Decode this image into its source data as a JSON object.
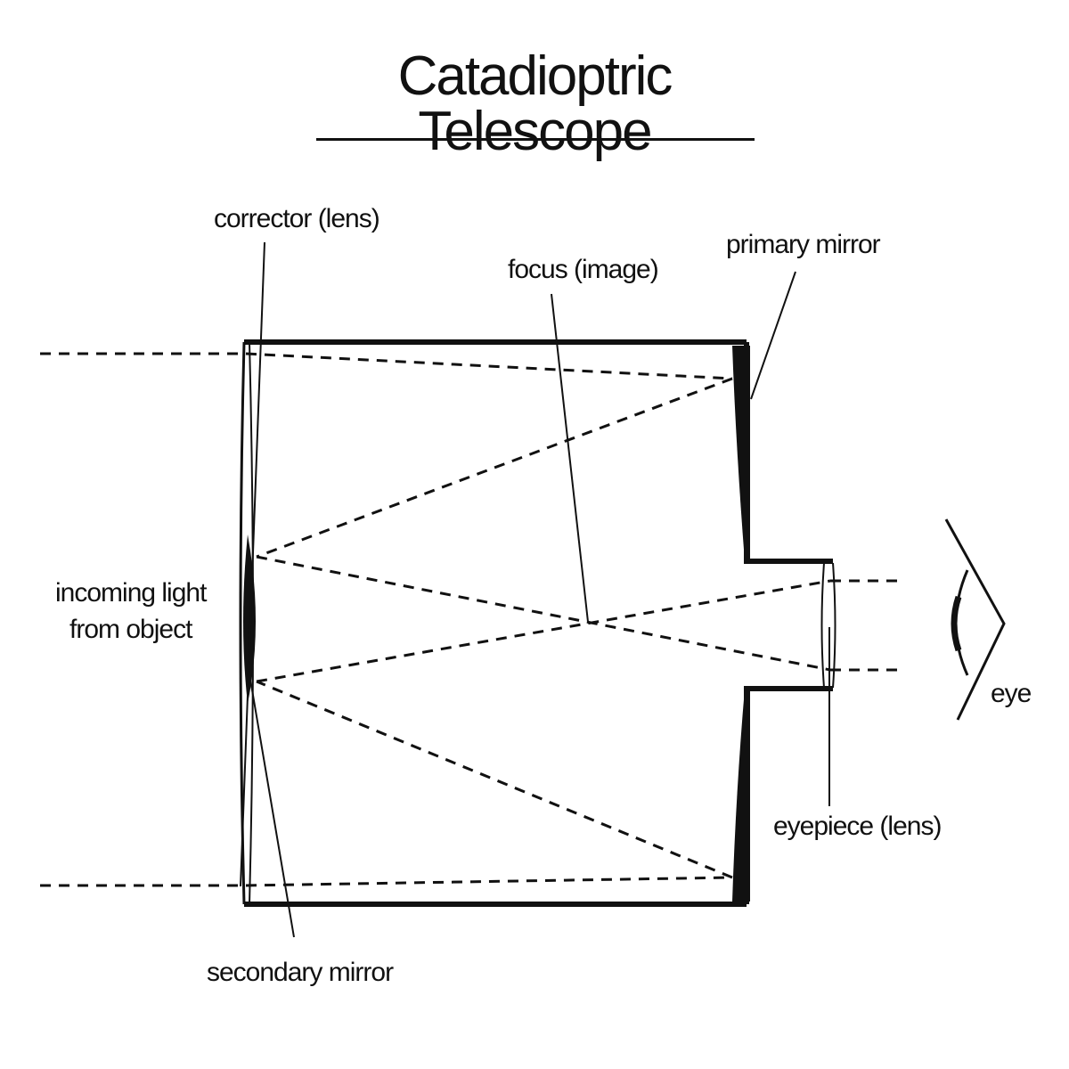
{
  "title": "Catadioptric Telescope",
  "labels": {
    "corrector": "corrector (lens)",
    "focus": "focus (image)",
    "primary_mirror": "primary mirror",
    "incoming_light_line1": "incoming light",
    "incoming_light_line2": "from object",
    "eye": "eye",
    "eyepiece": "eyepiece (lens)",
    "secondary_mirror": "secondary mirror"
  },
  "colors": {
    "ink": "#111111",
    "background": "#ffffff"
  }
}
